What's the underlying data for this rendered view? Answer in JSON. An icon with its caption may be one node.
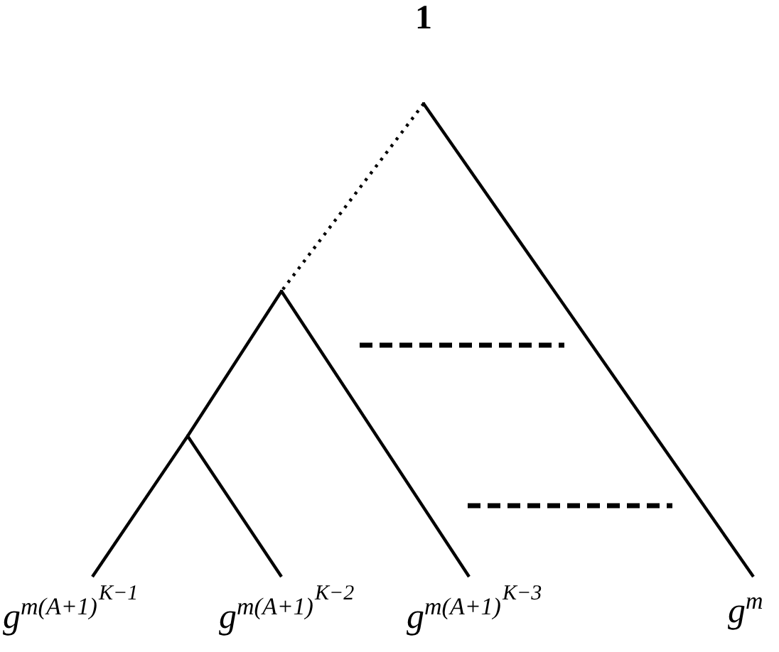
{
  "diagram": {
    "title": "1",
    "nodes": [
      {
        "text": [],
        "shape": "point"
      },
      {
        "text": [],
        "shape": "point"
      },
      {
        "text": [],
        "shape": "point"
      },
      {
        "text": [
          "g$^{m(A+1)}$$^{K−1}$"
        ]
      },
      {
        "text": [
          "g$^{m(A+1)}$$^{K−2}$"
        ]
      },
      {
        "text": [
          "g$^{m(A+1)}$$^{K−3}$"
        ]
      },
      {
        "text": [
          "g$^{m}$"
        ]
      }
    ],
    "edges": [
      {
        "from": 0,
        "to": 1,
        "arrow": "none",
        "style": "dashed"
      },
      {
        "from": 0,
        "to": 6,
        "arrow": "none"
      },
      {
        "from": 1,
        "to": 2,
        "arrow": "none"
      },
      {
        "from": 1,
        "to": 5,
        "arrow": "none"
      },
      {
        "from": 2,
        "to": 3,
        "arrow": "none"
      },
      {
        "from": 2,
        "to": 4,
        "arrow": "none"
      }
    ]
  }
}
